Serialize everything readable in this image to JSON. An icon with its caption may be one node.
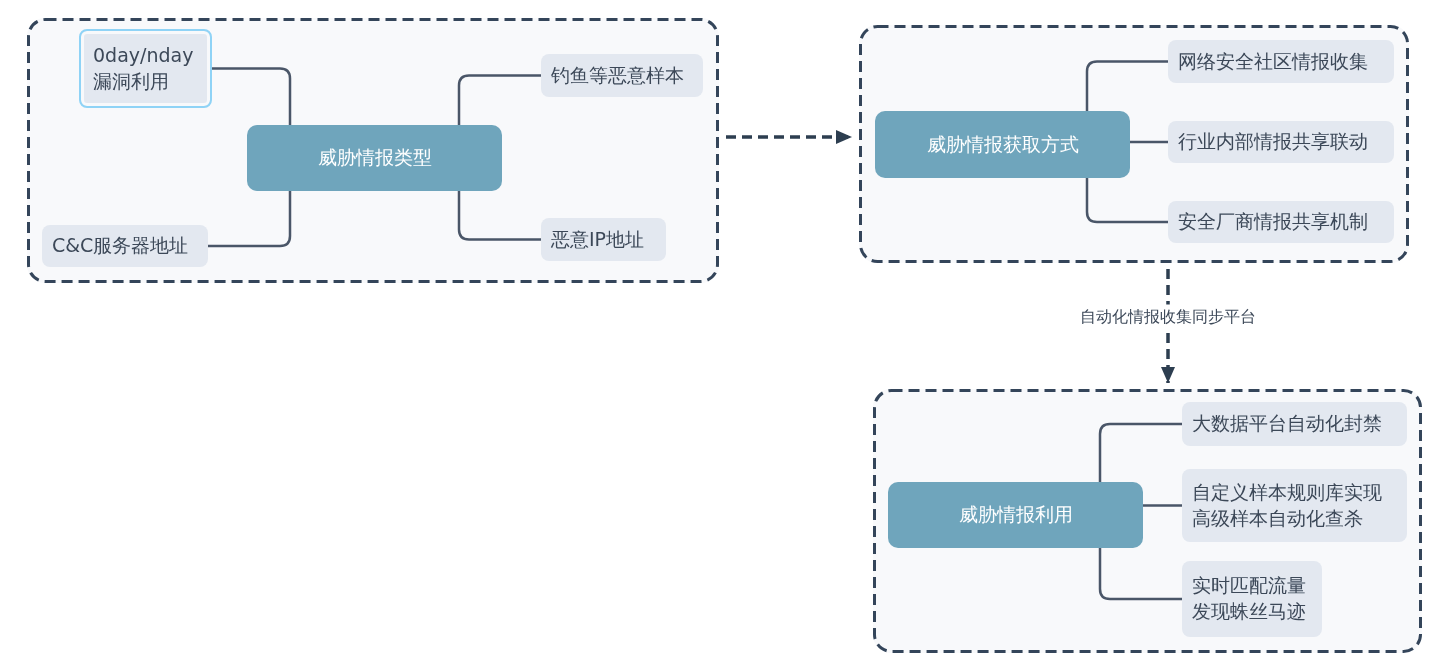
{
  "diagram": {
    "nodes": [
      {
        "text": [],
        "shape": "box"
      },
      {
        "text": [
          "威胁情报类型"
        ],
        "in": 0
      },
      {
        "text": [
          "0day/nday 漏洞利用"
        ],
        "in": 0
      },
      {
        "text": [
          "C&C服务器地址"
        ],
        "in": 0
      },
      {
        "text": [
          "钓鱼等恶意样本"
        ],
        "in": 0
      },
      {
        "text": [
          "恶意IP地址"
        ],
        "in": 0
      },
      {
        "text": [],
        "shape": "box"
      },
      {
        "text": [
          "威胁情报获取方式"
        ],
        "in": 6
      },
      {
        "text": [
          "网络安全社区情报收集"
        ],
        "in": 6
      },
      {
        "text": [
          "行业内部情报共享联动"
        ],
        "in": 6
      },
      {
        "text": [
          "安全厂商情报共享机制"
        ],
        "in": 6
      },
      {
        "text": [],
        "shape": "box"
      },
      {
        "text": [
          "威胁情报利用"
        ],
        "in": 11
      },
      {
        "text": [
          "大数据平台自动化封禁"
        ],
        "in": 11
      },
      {
        "text": [
          "自定义样本规则库实现高级样本自动化查杀"
        ],
        "in": 11
      },
      {
        "text": [
          "实时匹配流量发现蛛丝马迹"
        ],
        "in": 11
      }
    ],
    "edges": [
      {
        "from": 1,
        "to": 2,
        "arrow": "none"
      },
      {
        "from": 1,
        "to": 3,
        "arrow": "none"
      },
      {
        "from": 1,
        "to": 4,
        "arrow": "none"
      },
      {
        "from": 1,
        "to": 5,
        "arrow": "none"
      },
      {
        "from": 0,
        "to": 6,
        "arrow": "to",
        "style": "dashed"
      },
      {
        "from": 7,
        "to": 8,
        "arrow": "none"
      },
      {
        "from": 7,
        "to": 9,
        "arrow": "none"
      },
      {
        "from": 7,
        "to": 10,
        "arrow": "none"
      },
      {
        "from": 6,
        "to": 11,
        "arrow": "to",
        "style": "dashed",
        "label": "自动化情报收集同步平台"
      },
      {
        "from": 12,
        "to": 13,
        "arrow": "none"
      },
      {
        "from": 12,
        "to": 14,
        "arrow": "none"
      },
      {
        "from": 12,
        "to": 15,
        "arrow": "none"
      }
    ]
  }
}
